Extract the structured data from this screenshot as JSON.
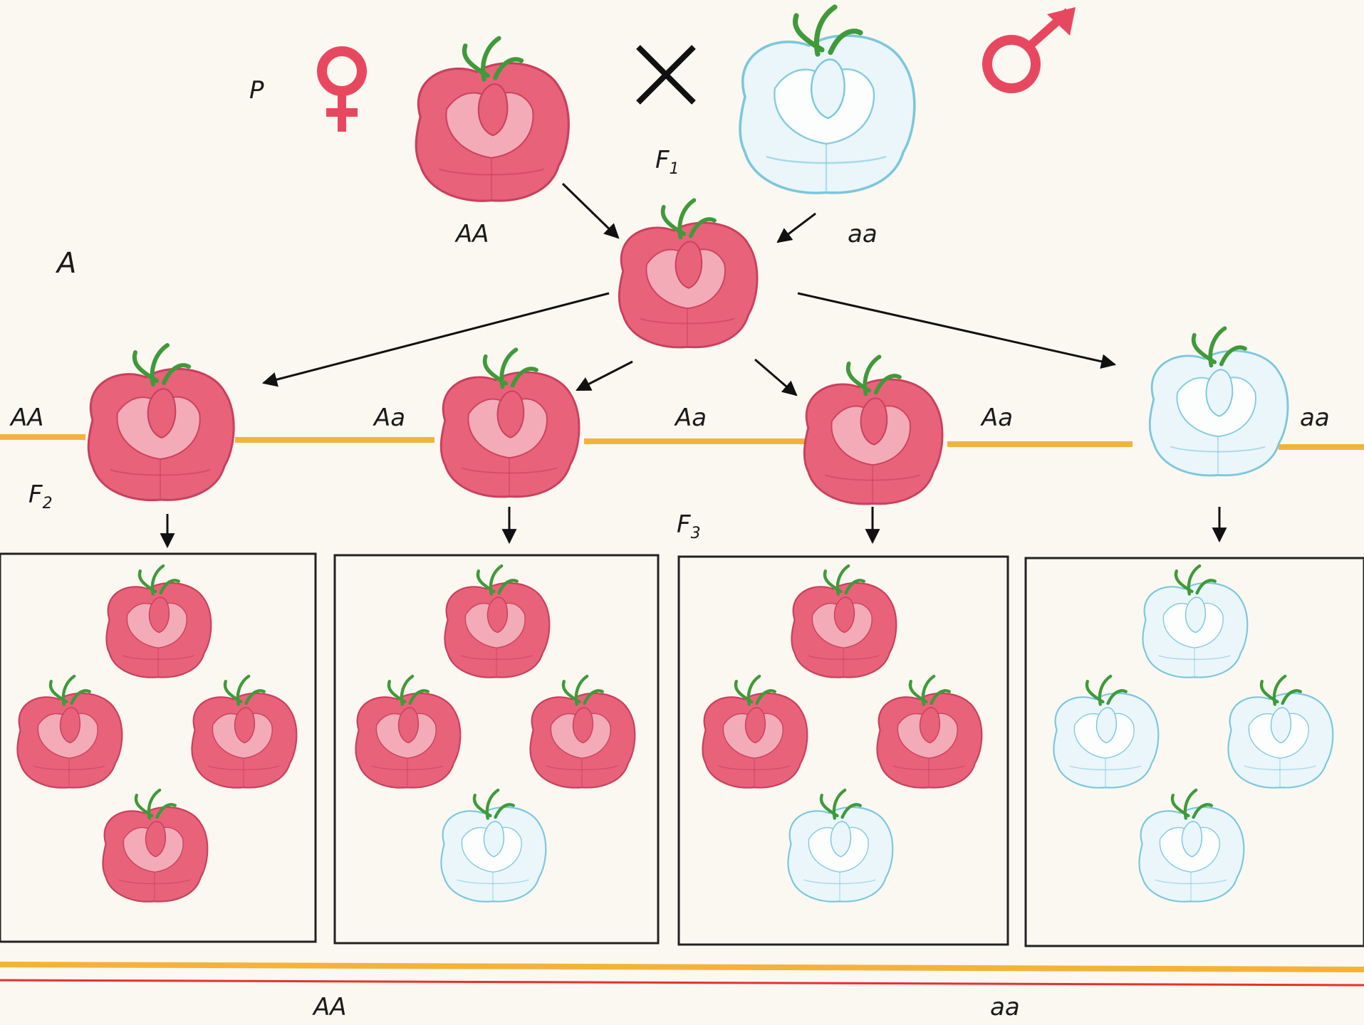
{
  "diagram": {
    "parents": {
      "label": "P",
      "female": {
        "genotype": "AA",
        "color": "pink",
        "symbol": "female-symbol"
      },
      "male": {
        "genotype": "aa",
        "color": "white",
        "symbol": "male-symbol"
      },
      "cross_symbol": "×"
    },
    "panel_letter": "A",
    "f1": {
      "label": "F",
      "index": "1"
    },
    "f2": {
      "label": "F",
      "index": "2",
      "genotypes": [
        "AA",
        "Aa",
        "Aa",
        "Aa",
        "aa"
      ],
      "flowers": [
        "pink",
        "pink",
        "pink",
        "white"
      ]
    },
    "f3": {
      "label": "F",
      "index": "3",
      "boxes": [
        {
          "pink": 4,
          "white": 0
        },
        {
          "pink": 3,
          "white": 1
        },
        {
          "pink": 3,
          "white": 1
        },
        {
          "pink": 0,
          "white": 4
        }
      ]
    },
    "bottom_labels": [
      "AA",
      "aa"
    ]
  },
  "colors": {
    "pink": "#e8627a",
    "pink_light": "#f5b3bf",
    "white_flower": "#eaf6fa",
    "blue_vein": "#7cc7dd",
    "stem": "#3f9a3a",
    "orange_line": "#f5b23a",
    "red_line": "#e8302c",
    "sex_symbol": "#e8485f",
    "ink": "#1a1a1a"
  }
}
